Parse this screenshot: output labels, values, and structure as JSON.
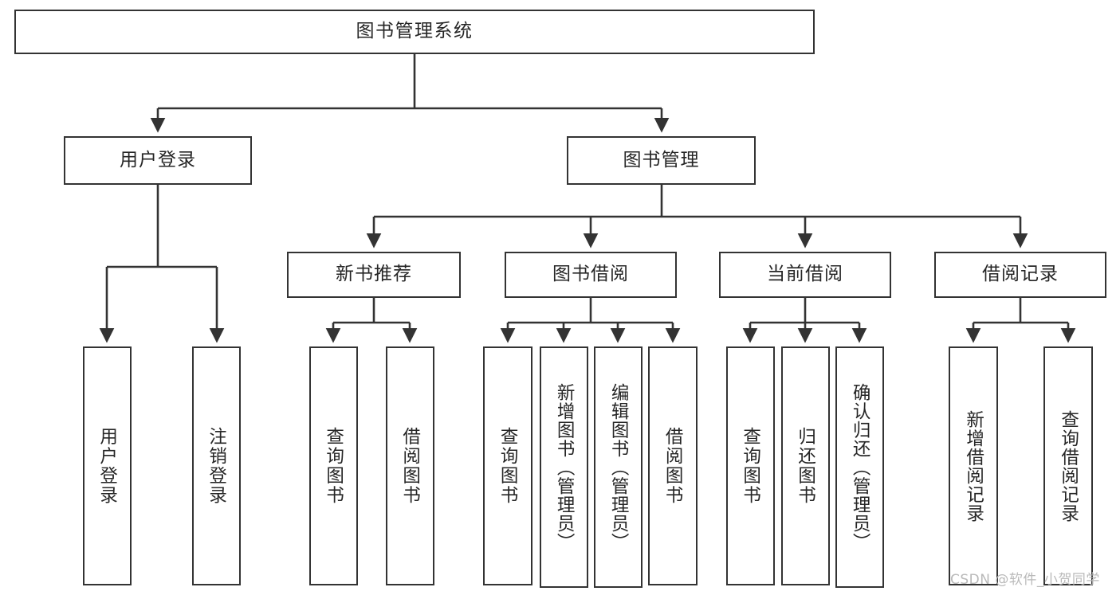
{
  "diagram": {
    "type": "tree-hierarchy-chart",
    "title": "图书管理系统",
    "root": {
      "label": "图书管理系统"
    },
    "level2": [
      {
        "id": "user-login",
        "label": "用户登录"
      },
      {
        "id": "book-management",
        "label": "图书管理"
      }
    ],
    "level3": [
      {
        "id": "new-book-recommend",
        "label": "新书推荐",
        "parent": "book-management"
      },
      {
        "id": "book-borrow",
        "label": "图书借阅",
        "parent": "book-management"
      },
      {
        "id": "current-borrow",
        "label": "当前借阅",
        "parent": "book-management"
      },
      {
        "id": "borrow-record",
        "label": "借阅记录",
        "parent": "book-management"
      }
    ],
    "leaves": {
      "user-login": [
        {
          "id": "leaf-user-login",
          "label": "用户登录"
        },
        {
          "id": "leaf-logout",
          "label": "注销登录"
        }
      ],
      "new-book-recommend": [
        {
          "id": "leaf-query-book-1",
          "label": "查询图书"
        },
        {
          "id": "leaf-borrow-book-1",
          "label": "借阅图书"
        }
      ],
      "book-borrow": [
        {
          "id": "leaf-query-book-2",
          "label": "查询图书"
        },
        {
          "id": "leaf-add-book",
          "label": "新增图书（管理员）"
        },
        {
          "id": "leaf-edit-book",
          "label": "编辑图书（管理员）"
        },
        {
          "id": "leaf-borrow-book-2",
          "label": "借阅图书"
        }
      ],
      "current-borrow": [
        {
          "id": "leaf-query-book-3",
          "label": "查询图书"
        },
        {
          "id": "leaf-return-book",
          "label": "归还图书"
        },
        {
          "id": "leaf-confirm-return",
          "label": "确认归还（管理员）"
        }
      ],
      "borrow-record": [
        {
          "id": "leaf-add-record",
          "label": "新增借阅记录"
        },
        {
          "id": "leaf-query-record",
          "label": "查询借阅记录"
        }
      ]
    },
    "watermark": "CSDN @软件_小贺同学",
    "colors": {
      "background": "#ffffff",
      "box_border": "#333333",
      "box_fill": "#ffffff",
      "text": "#262626",
      "connector": "#333333",
      "watermark": "#b9b9b9"
    }
  }
}
